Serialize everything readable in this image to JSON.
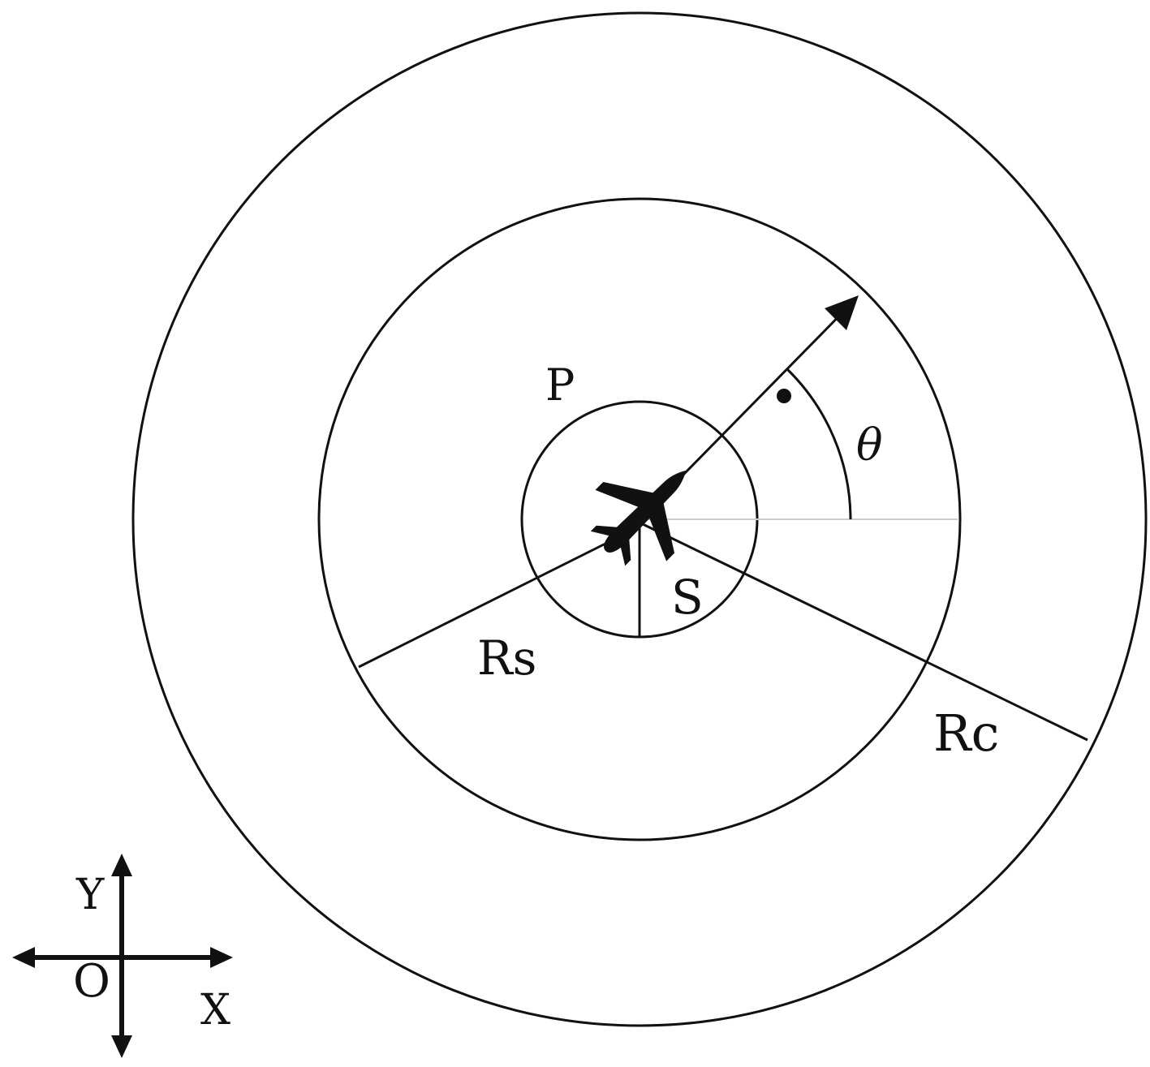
{
  "diagram": {
    "labels": {
      "p": "P",
      "s": "S",
      "rs": "Rs",
      "rc": "Rc",
      "theta": "θ"
    },
    "axes": {
      "y": "Y",
      "origin": "O",
      "x": "X"
    },
    "icons": {
      "aircraft": "airplane-icon"
    },
    "colors": {
      "stroke": "#111111",
      "reference_line": "#cccccc",
      "background": "#ffffff"
    }
  }
}
